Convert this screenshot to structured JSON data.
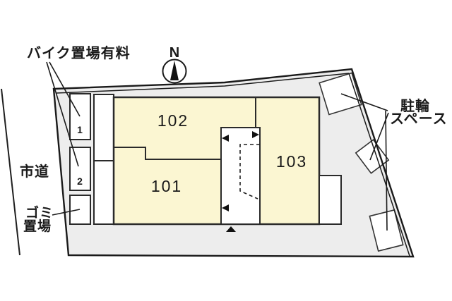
{
  "plan": {
    "title_hint": "building site plan",
    "annotations": {
      "bike_parking_label": "バイク置場有料",
      "bicycle_space_line1": "駐輪",
      "bicycle_space_line2": "スペース",
      "city_road_label": "市道",
      "garbage_line1": "ゴミ",
      "garbage_line2": "置場"
    },
    "compass": {
      "north_label": "N"
    },
    "rooms": [
      {
        "id": "101"
      },
      {
        "id": "102"
      },
      {
        "id": "103"
      }
    ],
    "bike_slots": [
      {
        "number": "1"
      },
      {
        "number": "2"
      }
    ],
    "colors": {
      "room_fill": "#FBF6D2",
      "site_fill": "#EDEDED",
      "line": "#1f1f1f",
      "arrow": "#111111"
    }
  }
}
